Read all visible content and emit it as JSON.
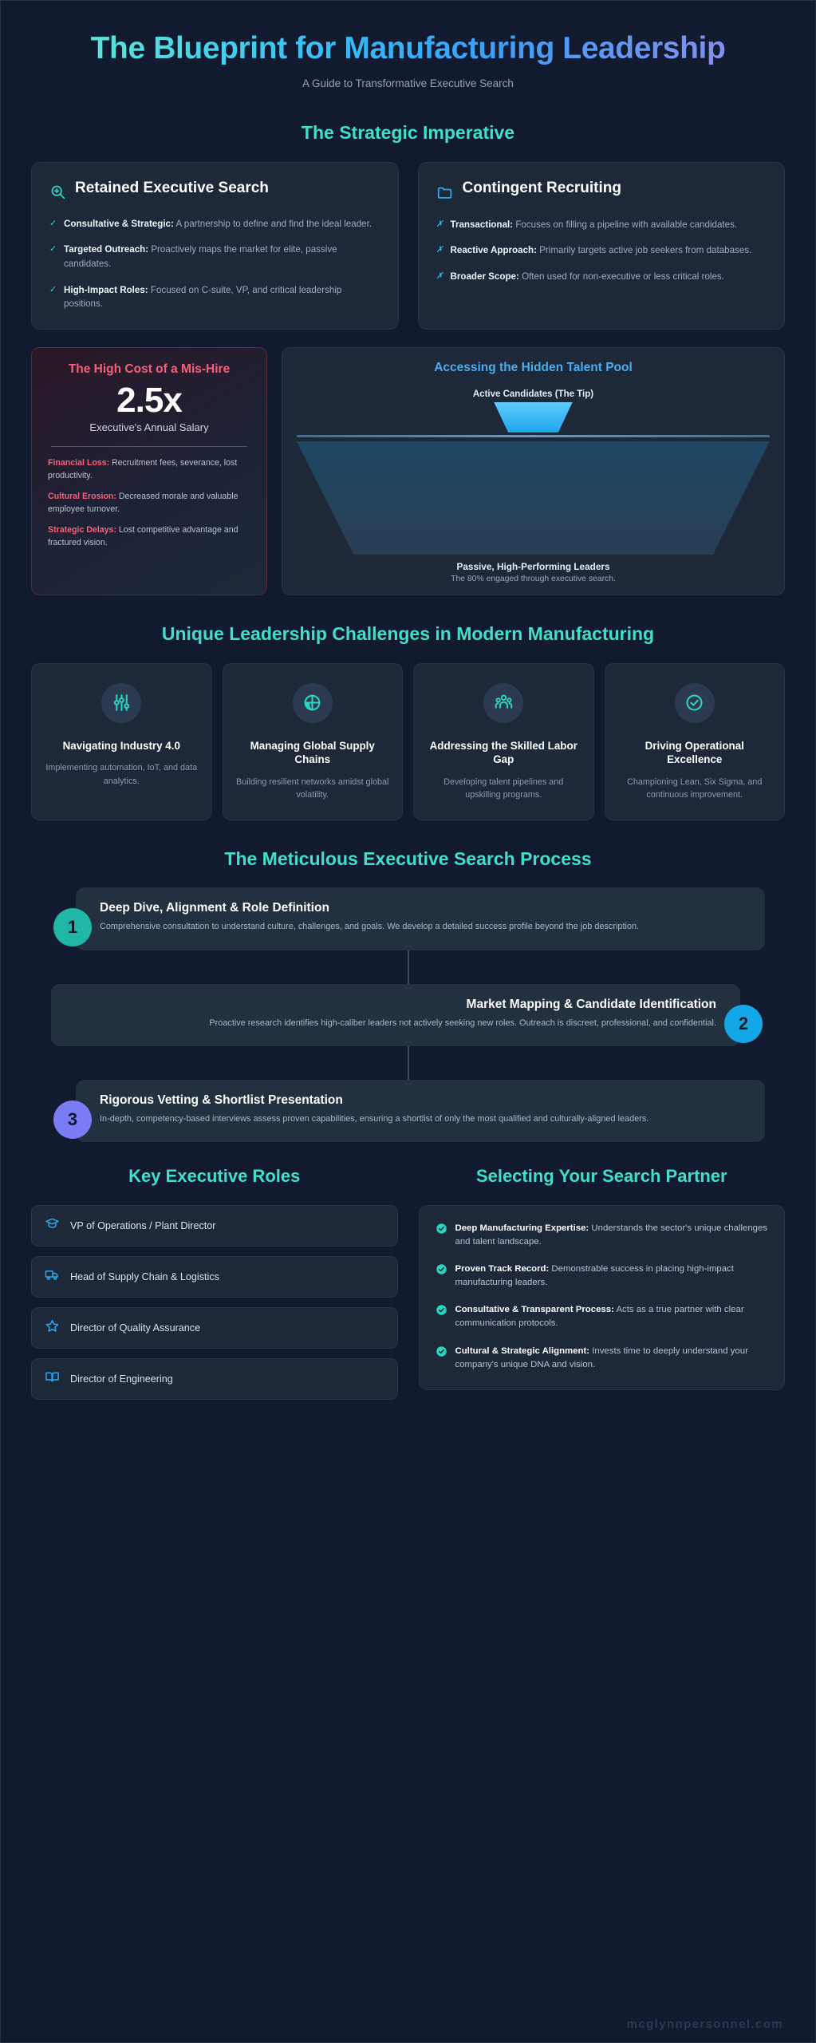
{
  "hero": {
    "title": "The Blueprint for Manufacturing Leadership",
    "subtitle": "A Guide to Transformative Executive Search"
  },
  "strategic": {
    "section_title": "The Strategic Imperative",
    "retained": {
      "icon": "zoom-in-search-icon",
      "heading": "Retained Executive Search",
      "items": [
        {
          "mark": "✓",
          "bold": "Consultative & Strategic:",
          "text": " A partnership to define and find the ideal leader."
        },
        {
          "mark": "✓",
          "bold": "Targeted Outreach:",
          "text": " Proactively maps the market for elite, passive candidates."
        },
        {
          "mark": "✓",
          "bold": "High-Impact Roles:",
          "text": " Focused on C-suite, VP, and critical leadership positions."
        }
      ]
    },
    "contingent": {
      "icon": "folder-icon",
      "heading": "Contingent Recruiting",
      "items": [
        {
          "mark": "✗",
          "bold": "Transactional:",
          "text": " Focuses on filling a pipeline with available candidates."
        },
        {
          "mark": "✗",
          "bold": "Reactive Approach:",
          "text": " Primarily targets active job seekers from databases."
        },
        {
          "mark": "✗",
          "bold": "Broader Scope:",
          "text": " Often used for non-executive or less critical roles."
        }
      ]
    }
  },
  "cost": {
    "title": "The High Cost of a Mis-Hire",
    "big_number": "2.5x",
    "caption": "Executive's Annual Salary",
    "items": [
      {
        "bold": "Financial Loss:",
        "text": " Recruitment fees, severance, lost productivity."
      },
      {
        "bold": "Cultural Erosion:",
        "text": " Decreased morale and valuable employee turnover."
      },
      {
        "bold": "Strategic Delays:",
        "text": " Lost competitive advantage and fractured vision."
      }
    ]
  },
  "iceberg": {
    "title": "Accessing the Hidden Talent Pool",
    "top_label": "Active Candidates (The Tip)",
    "bottom_label": "Passive, High-Performing Leaders",
    "bottom_sub": "The 80% engaged through executive search."
  },
  "challenges": {
    "section_title": "Unique Leadership Challenges in Modern Manufacturing",
    "cards": [
      {
        "icon": "sliders-icon",
        "name": "Navigating Industry 4.0",
        "desc": "Implementing automation, IoT, and data analytics."
      },
      {
        "icon": "pie-chart-icon",
        "name": "Managing Global Supply Chains",
        "desc": "Building resilient networks amidst global volatility."
      },
      {
        "icon": "users-group-icon",
        "name": "Addressing the Skilled Labor Gap",
        "desc": "Developing talent pipelines and upskilling programs."
      },
      {
        "icon": "check-circle-icon",
        "name": "Driving Operational Excellence",
        "desc": "Championing Lean, Six Sigma, and continuous improvement."
      }
    ]
  },
  "process": {
    "section_title": "The Meticulous Executive Search Process",
    "steps": [
      {
        "number": "1",
        "color": "#1fb8a6",
        "title": "Deep Dive, Alignment & Role Definition",
        "desc": "Comprehensive consultation to understand culture, challenges, and goals. We develop a detailed success profile beyond the job description."
      },
      {
        "number": "2",
        "color": "#14a7e8",
        "title": "Market Mapping & Candidate Identification",
        "desc": "Proactive research identifies high-caliber leaders not actively seeking new roles. Outreach is discreet, professional, and confidential."
      },
      {
        "number": "3",
        "color": "#7b7bf5",
        "title": "Rigorous Vetting & Shortlist Presentation",
        "desc": "In-depth, competency-based interviews assess proven capabilities, ensuring a shortlist of only the most qualified and culturally-aligned leaders."
      }
    ]
  },
  "roles": {
    "section_title": "Key Executive Roles",
    "items": [
      {
        "icon": "graduation-cap-icon",
        "label": "VP of Operations / Plant Director"
      },
      {
        "icon": "truck-icon",
        "label": "Head of Supply Chain & Logistics"
      },
      {
        "icon": "star-icon",
        "label": "Director of Quality Assurance"
      },
      {
        "icon": "open-book-icon",
        "label": "Director of Engineering"
      }
    ]
  },
  "partner": {
    "section_title": "Selecting Your Search Partner",
    "items": [
      {
        "bold": "Deep Manufacturing Expertise:",
        "text": " Understands the sector's unique challenges and talent landscape."
      },
      {
        "bold": "Proven Track Record:",
        "text": " Demonstrable success in placing high-impact manufacturing leaders."
      },
      {
        "bold": "Consultative & Transparent Process:",
        "text": " Acts as a true partner with clear communication protocols."
      },
      {
        "bold": "Cultural & Strategic Alignment:",
        "text": " Invests time to deeply understand your company's unique DNA and vision."
      }
    ]
  },
  "watermark": "mcglynnpersonnel.com",
  "colors": {
    "background": "#111a2e",
    "card": "#1d2839",
    "accent_teal": "#40e0c8",
    "accent_blue": "#38bdf8",
    "accent_red": "#f8607a",
    "accent_purple": "#7b7bf5"
  }
}
